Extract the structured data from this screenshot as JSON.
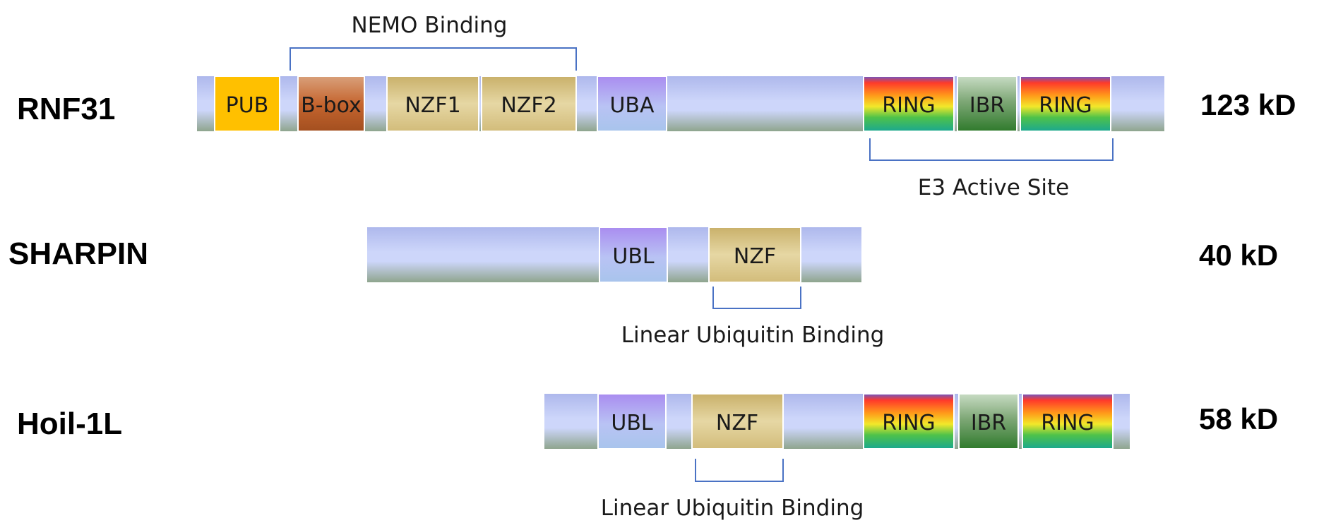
{
  "colors": {
    "backbone_top": "#aeb8ec",
    "backbone_mid": "#cdd6fa",
    "backbone_bottom": "#8fa58e",
    "pub": "#ffc000",
    "bbox": "#c5652f",
    "nzf": "#d2bc7a",
    "uba_ubl_top": "#a98cf0",
    "uba_ubl_bottom": "#a8c4ec",
    "ibr": "#2f7a2c",
    "bracket": "#4a72c4"
  },
  "proteins": [
    {
      "id": "rnf31",
      "name": "RNF31",
      "mass": "123 kD",
      "domains": [
        {
          "label": "PUB",
          "type": "pub"
        },
        {
          "label": "B-box",
          "type": "bbox"
        },
        {
          "label": "NZF1",
          "type": "nzf"
        },
        {
          "label": "NZF2",
          "type": "nzf"
        },
        {
          "label": "UBA",
          "type": "uba"
        },
        {
          "label": "RING",
          "type": "ring"
        },
        {
          "label": "IBR",
          "type": "ibr"
        },
        {
          "label": "RING",
          "type": "ring"
        }
      ],
      "annotations": [
        {
          "label": "NEMO Binding",
          "position": "above"
        },
        {
          "label": "E3 Active Site",
          "position": "below"
        }
      ]
    },
    {
      "id": "sharpin",
      "name": "SHARPIN",
      "mass": "40 kD",
      "domains": [
        {
          "label": "UBL",
          "type": "ubl"
        },
        {
          "label": "NZF",
          "type": "nzf"
        }
      ],
      "annotations": [
        {
          "label": "Linear Ubiquitin Binding",
          "position": "below"
        }
      ]
    },
    {
      "id": "hoil1l",
      "name": "Hoil-1L",
      "mass": "58 kD",
      "domains": [
        {
          "label": "UBL",
          "type": "ubl"
        },
        {
          "label": "NZF",
          "type": "nzf"
        },
        {
          "label": "RING",
          "type": "ring"
        },
        {
          "label": "IBR",
          "type": "ibr"
        },
        {
          "label": "RING",
          "type": "ring"
        }
      ],
      "annotations": [
        {
          "label": "Linear Ubiquitin Binding",
          "position": "below"
        }
      ]
    }
  ]
}
